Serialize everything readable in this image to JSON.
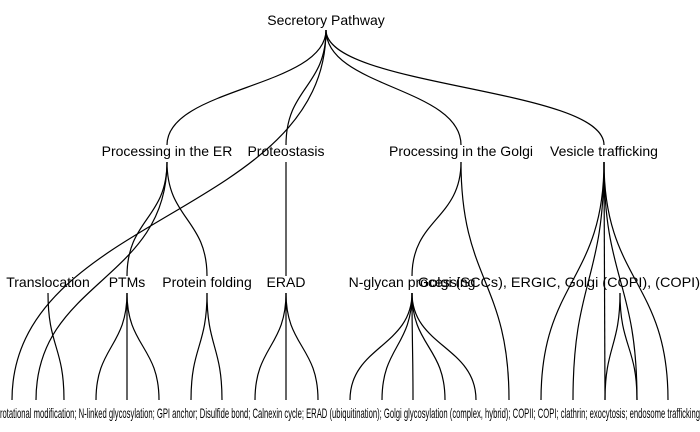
{
  "root": "Secretory Pathway",
  "level1": [
    "Processing in the ER",
    "Proteostasis",
    "Processing in the Golgi",
    "Vesicle trafficking"
  ],
  "level2_visible": [
    "Translocation",
    "PTMs",
    "Protein folding",
    "ERAD",
    "N-glycan processing",
    "Golgi (SCCs), ERGIC, Golgi (COPI), (COPI)"
  ],
  "level3_visible": "rotational modification; N-linked glycosylation; GPI anchor; Disulfide bond; Calnexin cycle; ERAD (ubiquitination); Golgi glycosylation (complex, hybrid); COPII; COPI; clathrin; exocytosis; endosome trafficking"
}
